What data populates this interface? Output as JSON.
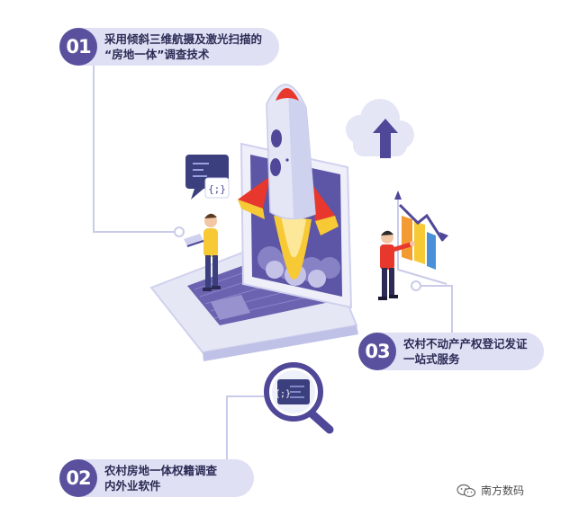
{
  "callouts": [
    {
      "number": "01",
      "lines": [
        "采用倾斜三维航摄及激光扫描的",
        "“房地一体”调查技术"
      ]
    },
    {
      "number": "02",
      "lines": [
        "农村房地一体权籍调查",
        "内外业软件"
      ]
    },
    {
      "number": "03",
      "lines": [
        "农村不动产产权登记发证",
        "一站式服务"
      ]
    }
  ],
  "watermark": {
    "label": "南方数码"
  },
  "icons": {
    "rocket": "rocket-icon",
    "laptop": "laptop-icon",
    "cloud": "cloud-upload-icon",
    "chat": "code-chat-bubble-icon",
    "search": "magnifier-code-icon",
    "chart": "bar-chart-icon",
    "wechat": "wechat-icon"
  },
  "colors": {
    "accent": "#5a519e",
    "callout_bg": "#dfe0f4",
    "rocket_red": "#e8372c",
    "flame": "#f6c935",
    "chart_orange": "#f39a32",
    "chart_blue": "#4a90d9"
  }
}
